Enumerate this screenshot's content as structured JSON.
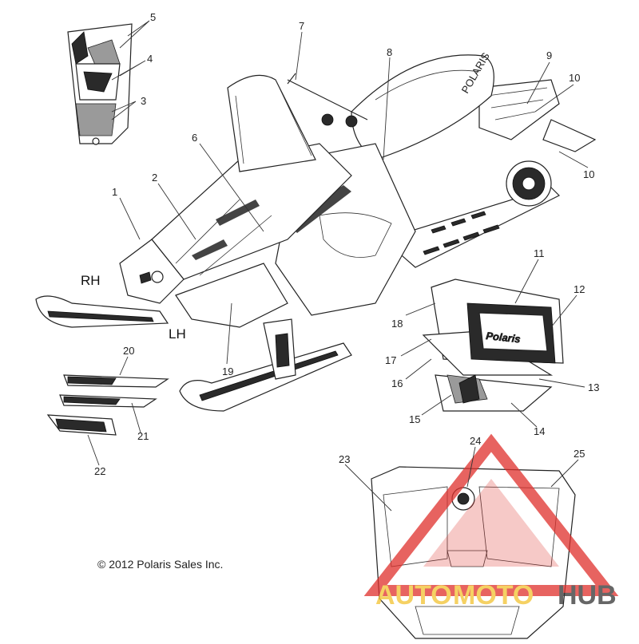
{
  "side_labels": {
    "rh": "RH",
    "lh": "LH"
  },
  "copyright": "© 2012 Polaris Sales Inc.",
  "seat_brand": "POLARIS",
  "decal_brand": "Polaris",
  "callouts": [
    "1",
    "2",
    "3",
    "4",
    "5",
    "6",
    "7",
    "8",
    "9",
    "10",
    "10",
    "11",
    "12",
    "13",
    "14",
    "15",
    "16",
    "17",
    "18",
    "19",
    "20",
    "21",
    "22",
    "23",
    "24",
    "25"
  ],
  "watermark": {
    "part1": "AUTO",
    "part2": "MOTO",
    "part3": "HUB",
    "colors": {
      "auto": "#f2c230",
      "moto": "#f2c230",
      "hub": "#333333",
      "triangle": "#e0302c"
    }
  }
}
